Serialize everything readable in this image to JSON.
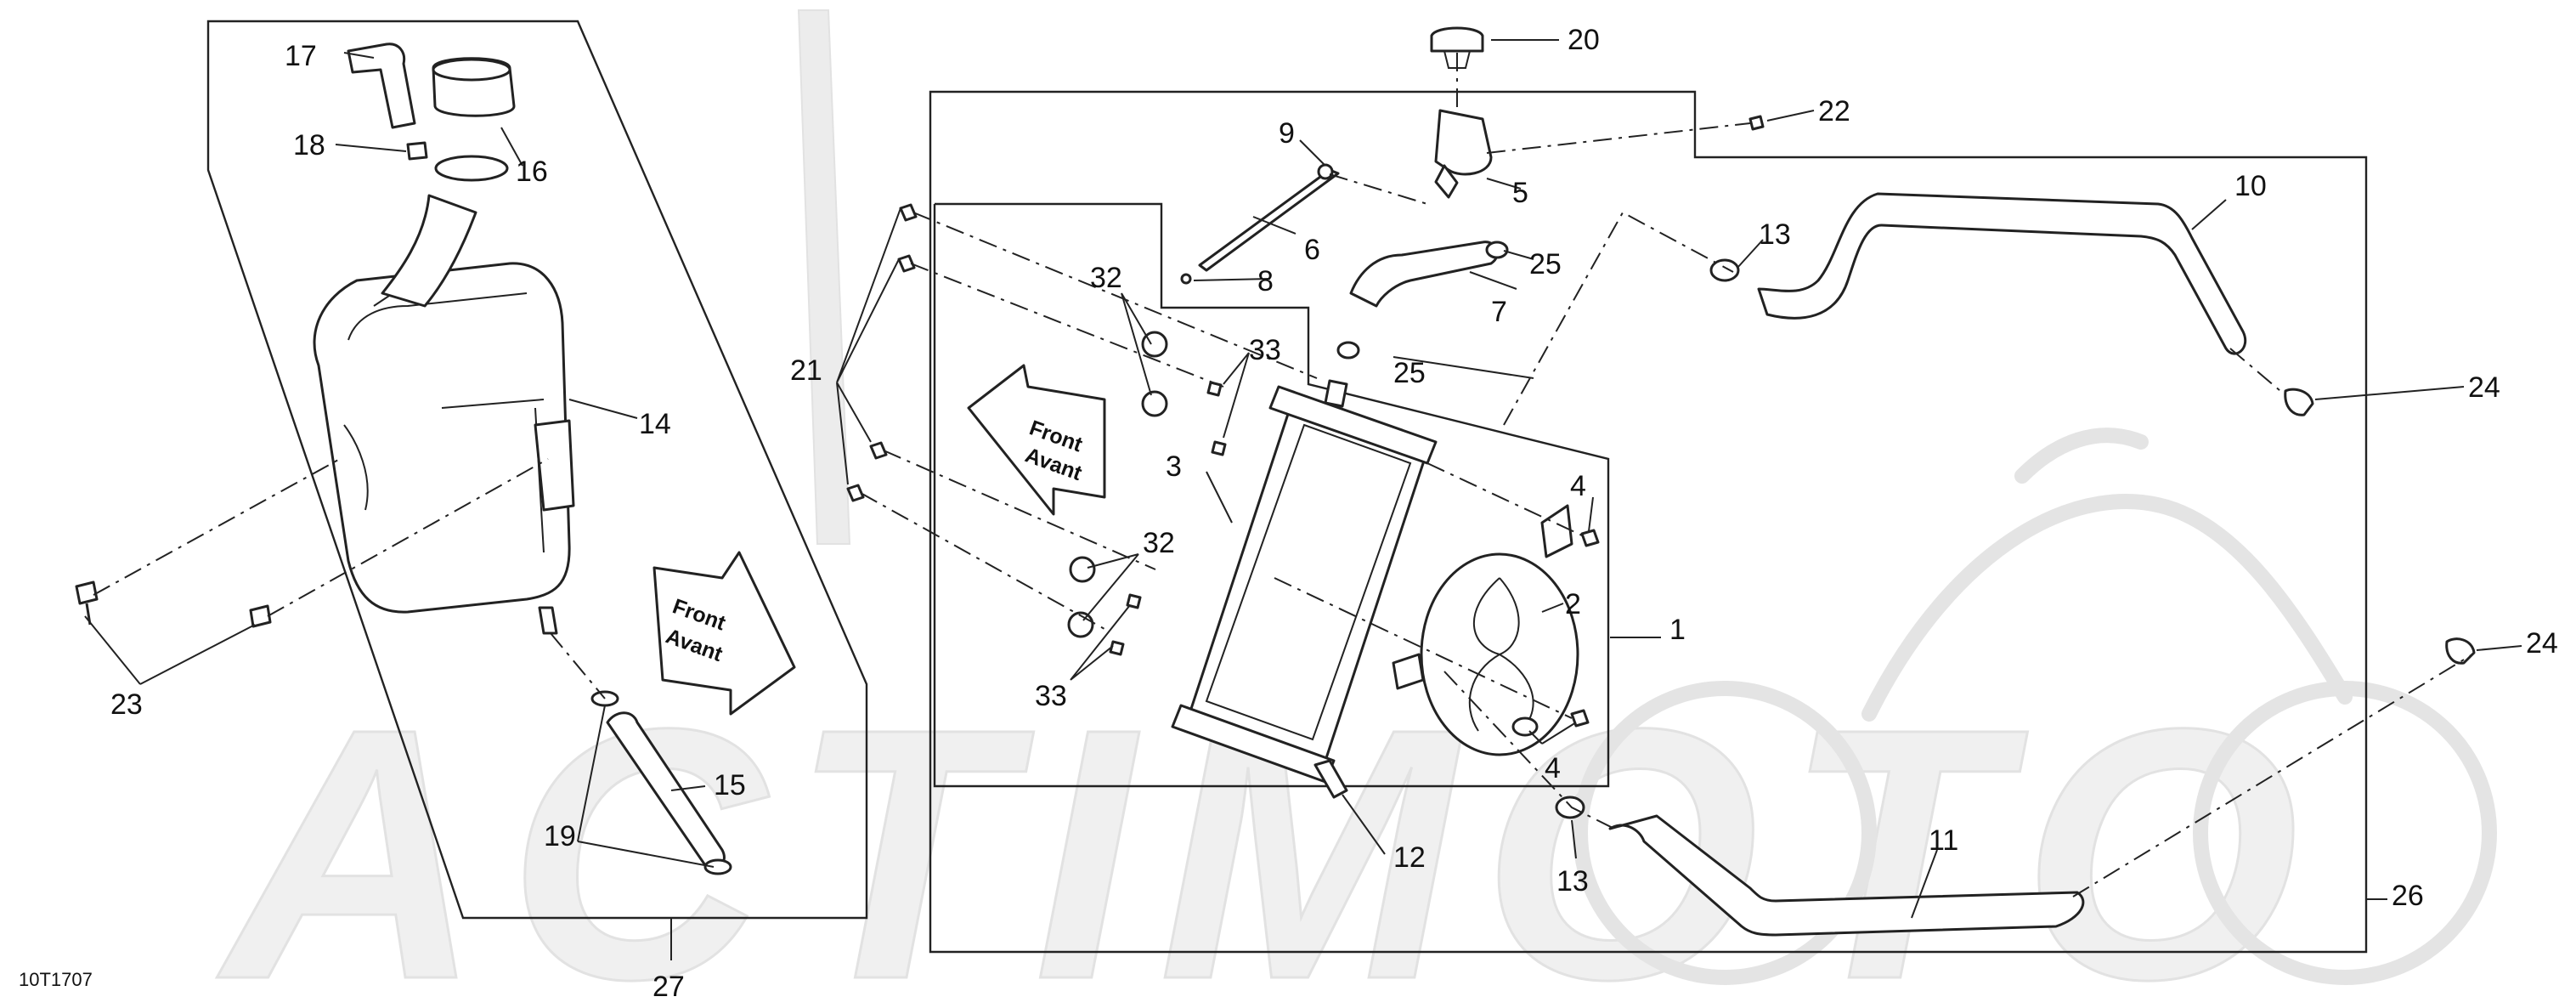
{
  "diagram": {
    "figure_code": "10T1707",
    "watermark_text": "ACTIMOTO",
    "callouts": [
      {
        "id": "c1",
        "label": "1"
      },
      {
        "id": "c2",
        "label": "2"
      },
      {
        "id": "c3",
        "label": "3"
      },
      {
        "id": "c4a",
        "label": "4"
      },
      {
        "id": "c4b",
        "label": "4"
      },
      {
        "id": "c5",
        "label": "5"
      },
      {
        "id": "c6",
        "label": "6"
      },
      {
        "id": "c7",
        "label": "7"
      },
      {
        "id": "c8",
        "label": "8"
      },
      {
        "id": "c9",
        "label": "9"
      },
      {
        "id": "c10",
        "label": "10"
      },
      {
        "id": "c11",
        "label": "11"
      },
      {
        "id": "c12",
        "label": "12"
      },
      {
        "id": "c13a",
        "label": "13"
      },
      {
        "id": "c13b",
        "label": "13"
      },
      {
        "id": "c14",
        "label": "14"
      },
      {
        "id": "c15",
        "label": "15"
      },
      {
        "id": "c16",
        "label": "16"
      },
      {
        "id": "c17",
        "label": "17"
      },
      {
        "id": "c18",
        "label": "18"
      },
      {
        "id": "c19",
        "label": "19"
      },
      {
        "id": "c20",
        "label": "20"
      },
      {
        "id": "c21",
        "label": "21"
      },
      {
        "id": "c22",
        "label": "22"
      },
      {
        "id": "c23",
        "label": "23"
      },
      {
        "id": "c24a",
        "label": "24"
      },
      {
        "id": "c24b",
        "label": "24"
      },
      {
        "id": "c25a",
        "label": "25"
      },
      {
        "id": "c25b",
        "label": "25"
      },
      {
        "id": "c26",
        "label": "26"
      },
      {
        "id": "c27",
        "label": "27"
      },
      {
        "id": "c32a",
        "label": "32"
      },
      {
        "id": "c32b",
        "label": "32"
      },
      {
        "id": "c33a",
        "label": "33"
      },
      {
        "id": "c33b",
        "label": "33"
      }
    ],
    "direction_arrows": [
      {
        "id": "arrow-radiator",
        "line1": "Front",
        "line2": "Avant"
      },
      {
        "id": "arrow-tank",
        "line1": "Front",
        "line2": "Avant"
      }
    ]
  }
}
